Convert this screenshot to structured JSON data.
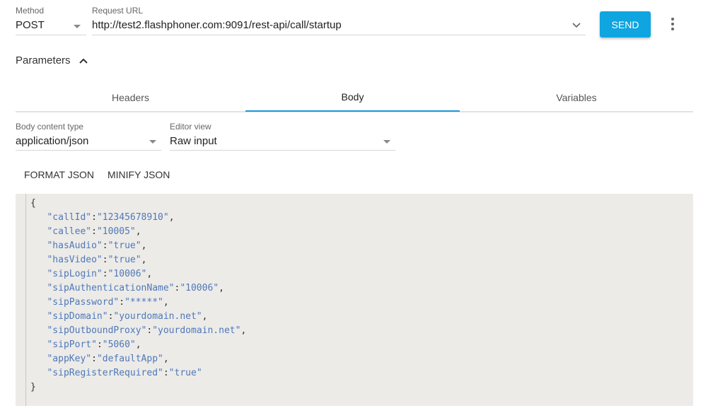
{
  "request": {
    "method_label": "Method",
    "method": "POST",
    "url_label": "Request URL",
    "url": "http://test2.flashphoner.com:9091/rest-api/call/startup",
    "send": "SEND"
  },
  "parameters": {
    "title": "Parameters"
  },
  "tabs": [
    {
      "label": "Headers"
    },
    {
      "label": "Body"
    },
    {
      "label": "Variables"
    }
  ],
  "body": {
    "content_type_label": "Body content type",
    "content_type": "application/json",
    "editor_view_label": "Editor view",
    "editor_view": "Raw input",
    "format": "FORMAT JSON",
    "minify": "MINIFY JSON"
  },
  "json": {
    "open": "{",
    "close": "}",
    "fields": [
      {
        "key": "callId",
        "value": "12345678910"
      },
      {
        "key": "callee",
        "value": "10005"
      },
      {
        "key": "hasAudio",
        "value": "true"
      },
      {
        "key": "hasVideo",
        "value": "true"
      },
      {
        "key": "sipLogin",
        "value": "10006"
      },
      {
        "key": "sipAuthenticationName",
        "value": "10006"
      },
      {
        "key": "sipPassword",
        "value": "*****"
      },
      {
        "key": "sipDomain",
        "value": "yourdomain.net"
      },
      {
        "key": "sipOutboundProxy",
        "value": "yourdomain.net"
      },
      {
        "key": "sipPort",
        "value": "5060"
      },
      {
        "key": "appKey",
        "value": "defaultApp"
      },
      {
        "key": "sipRegisterRequired",
        "value": "true"
      }
    ]
  },
  "colors": {
    "accent": "#0ea5e0",
    "json_string": "#4f78b8",
    "editor_bg": "#ecebe8"
  }
}
